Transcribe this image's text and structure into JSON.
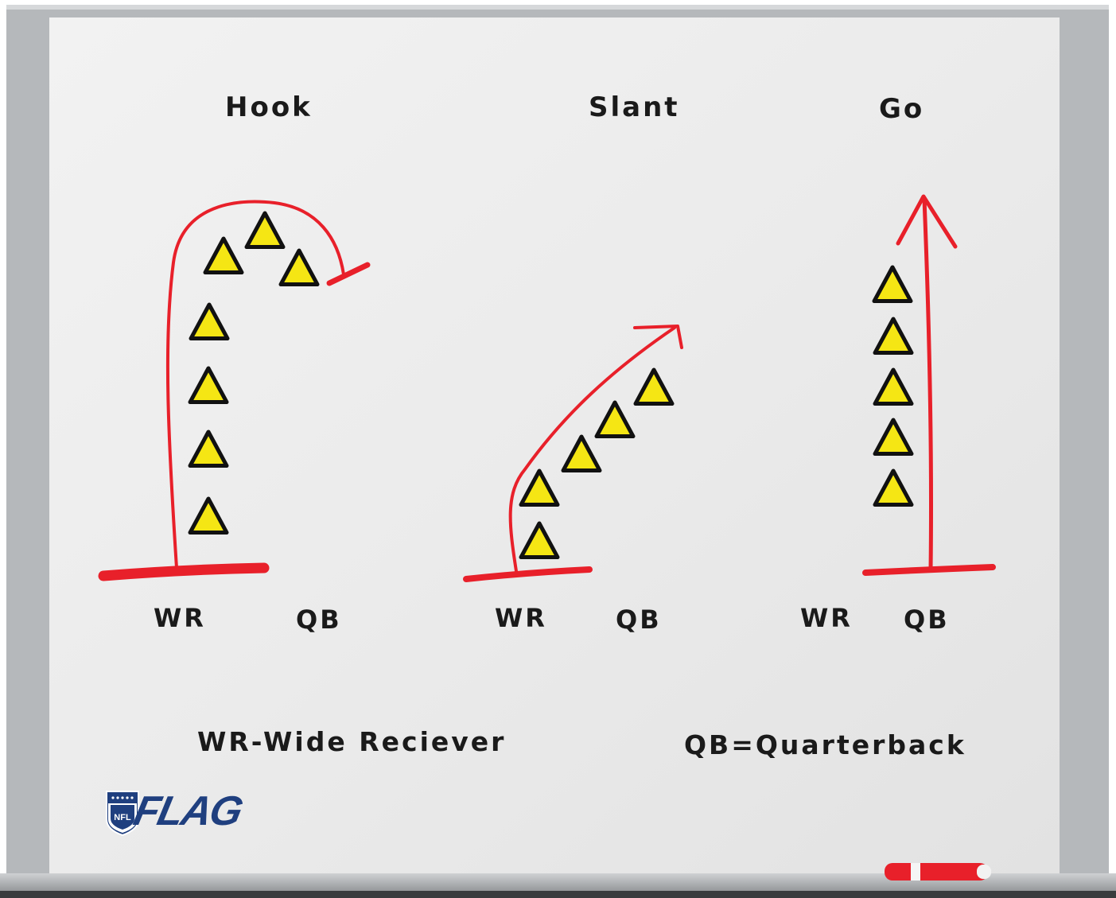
{
  "plays": [
    {
      "name": "Hook",
      "wr_label": "WR",
      "qb_label": "QB"
    },
    {
      "name": "Slant",
      "wr_label": "WR",
      "qb_label": "QB"
    },
    {
      "name": "Go",
      "wr_label": "WR",
      "qb_label": "QB"
    }
  ],
  "legend": {
    "wr": "WR-Wide Reciever",
    "qb": "QB=Quarterback"
  },
  "logo": {
    "text": "FLAG",
    "shield_text": "NFL"
  },
  "colors": {
    "route": "#e8202a",
    "cone_fill": "#f5e614",
    "cone_stroke": "#111111",
    "board": "#ececec",
    "frame": "#b5b8bb",
    "logo_blue": "#1f3f7f"
  }
}
